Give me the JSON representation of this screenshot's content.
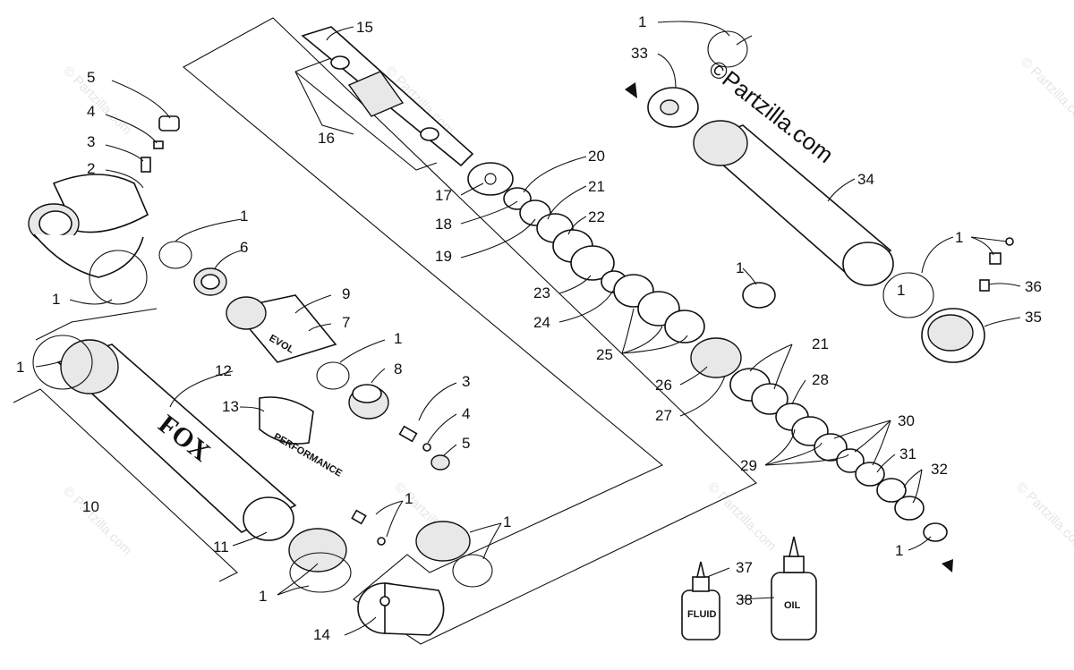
{
  "watermark": {
    "main_text": "©Partzilla.com",
    "tile_text": "© Partzilla.com"
  },
  "brand_text": "FOX",
  "part_texts": {
    "evol": "EVOL",
    "performance": "PERFORMANCE"
  },
  "bottles": {
    "fluid_label": "FLUID",
    "oil_label": "OIL"
  },
  "callouts": {
    "c1a": "1",
    "c1b": "1",
    "c1c": "1",
    "c1d": "1",
    "c1e": "1",
    "c1f": "1",
    "c1g": "1",
    "c1h": "1",
    "c1i": "1",
    "c1j": "1",
    "c1k": "1",
    "c1l": "1",
    "c2": "2",
    "c3a": "3",
    "c3b": "3",
    "c4a": "4",
    "c4b": "4",
    "c5a": "5",
    "c5b": "5",
    "c6": "6",
    "c7": "7",
    "c8": "8",
    "c9": "9",
    "c10": "10",
    "c11": "11",
    "c12": "12",
    "c13": "13",
    "c14": "14",
    "c15": "15",
    "c16": "16",
    "c17": "17",
    "c18": "18",
    "c19": "19",
    "c20": "20",
    "c21a": "21",
    "c21b": "21",
    "c22": "22",
    "c23": "23",
    "c24": "24",
    "c25": "25",
    "c26": "26",
    "c27": "27",
    "c28": "28",
    "c29": "29",
    "c30": "30",
    "c31": "31",
    "c32": "32",
    "c33": "33",
    "c34": "34",
    "c35": "35",
    "c36": "36",
    "c37": "37",
    "c38": "38"
  }
}
